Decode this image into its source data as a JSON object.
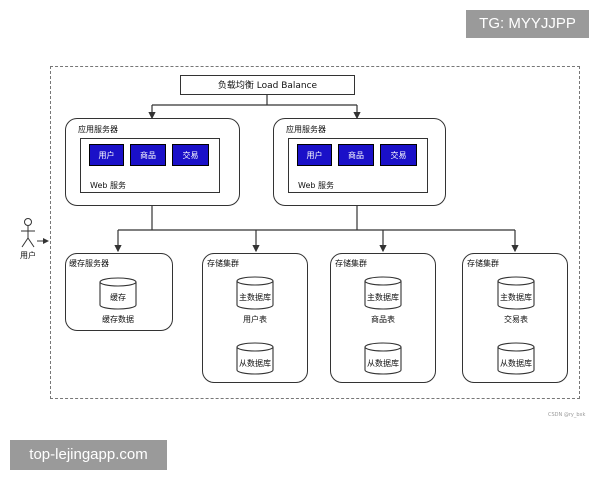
{
  "watermarks": {
    "top": "TG: MYYJJPP",
    "bottom": "top-lejingapp.com"
  },
  "load_balancer": "负载均衡 Load Balance",
  "user": "用户",
  "app_servers": [
    {
      "title": "应用服务器",
      "modules": [
        "用户",
        "商品",
        "交易"
      ],
      "web": "Web 服务"
    },
    {
      "title": "应用服务器",
      "modules": [
        "用户",
        "商品",
        "交易"
      ],
      "web": "Web 服务"
    }
  ],
  "cache_server": {
    "title": "缓存服务器",
    "db": "缓存",
    "caption": "缓存数据"
  },
  "storage_clusters": [
    {
      "title": "存储集群",
      "master": "主数据库",
      "caption": "用户表",
      "slave": "从数据库"
    },
    {
      "title": "存储集群",
      "master": "主数据库",
      "caption": "商品表",
      "slave": "从数据库"
    },
    {
      "title": "存储集群",
      "master": "主数据库",
      "caption": "交易表",
      "slave": "从数据库"
    }
  ],
  "credit": "CSDN @ry_bxk"
}
